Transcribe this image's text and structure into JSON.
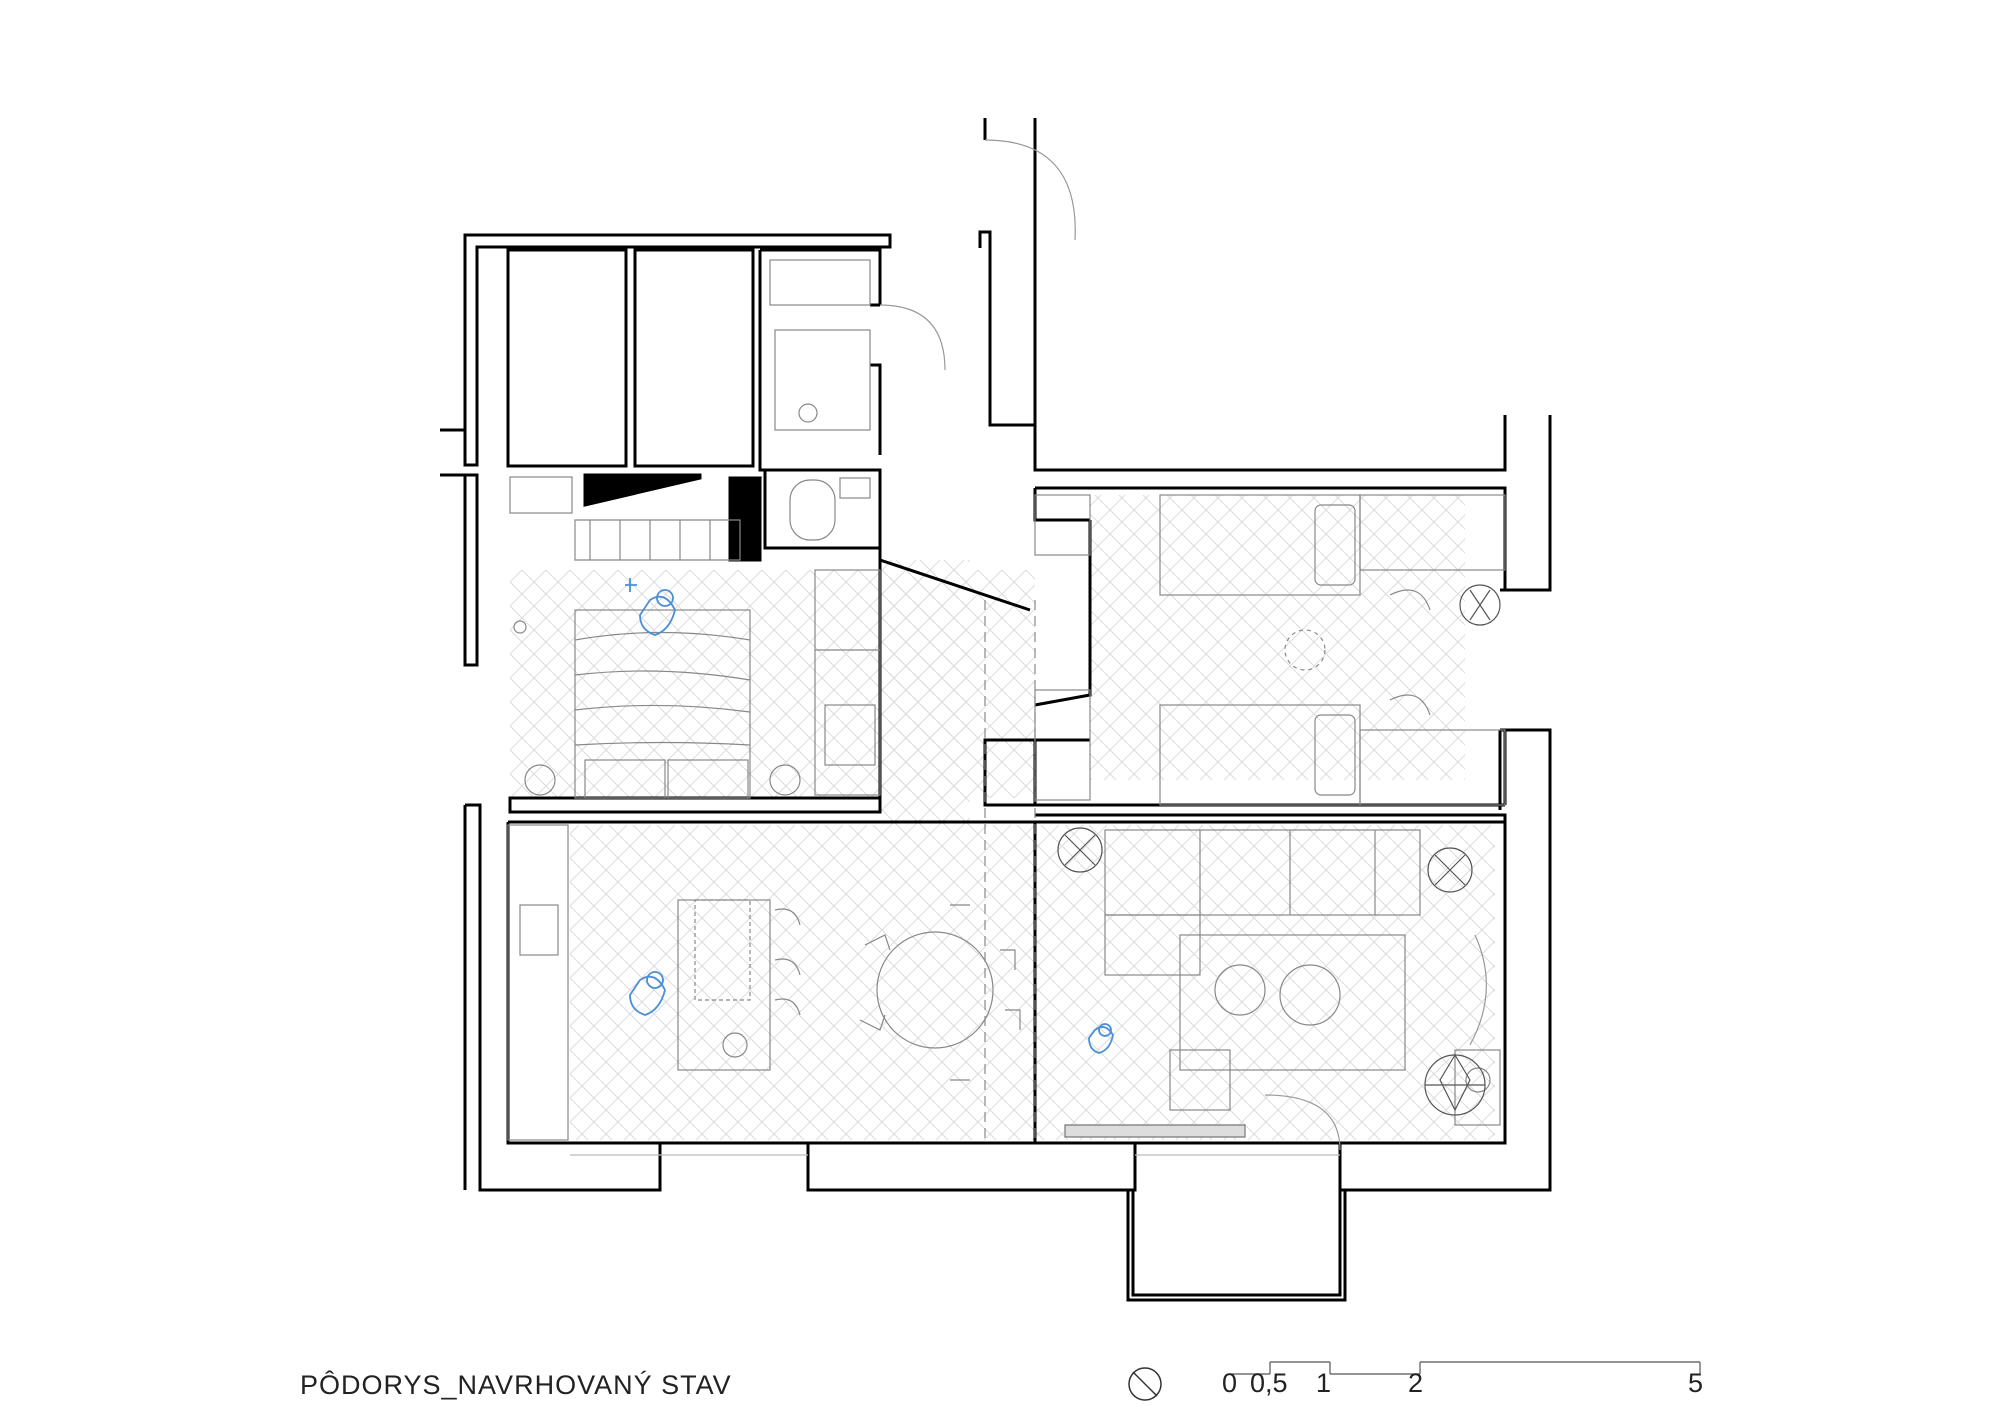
{
  "drawing": {
    "title": "PÔDORYS_NAVRHOVANÝ STAV"
  },
  "scale_bar": {
    "labels": [
      "0",
      "0,5",
      "1",
      "2",
      "5"
    ]
  },
  "icons": {
    "north": "north-arrow-icon",
    "person": "person-icon",
    "plant": "plant-icon"
  },
  "colors": {
    "wall": "#000000",
    "line": "#8a8a8a",
    "hatch": "#dcdcdc",
    "people": "#4a8fd8"
  }
}
